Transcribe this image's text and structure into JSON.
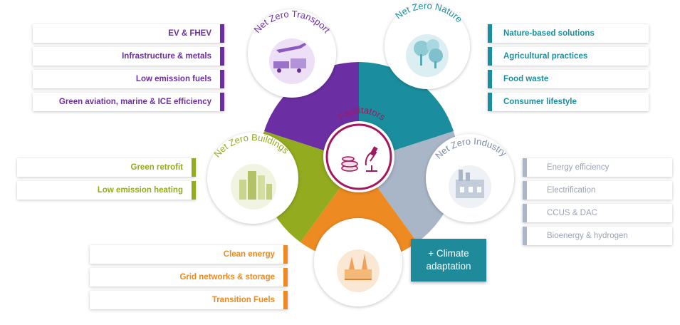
{
  "colors": {
    "transport": "#6b2fa3",
    "nature": "#1a8e9e",
    "industry": "#a9b6c8",
    "power": "#ee8a22",
    "buildings": "#93ab1f",
    "facilitators": "#a3175e",
    "climate": "#1f8a9a"
  },
  "center": {
    "label": "Facilitators",
    "icon": "coins-microscope-icon"
  },
  "transport": {
    "title": "Net Zero Transport",
    "icon": "transport-icon",
    "items": [
      "EV & FHEV",
      "Infrastructure & metals",
      "Low emission fuels",
      "Green aviation, marine & ICE efficiency"
    ]
  },
  "nature": {
    "title": "Net Zero Nature",
    "icon": "trees-icon",
    "items": [
      "Nature-based solutions",
      "Agricultural practices",
      "Food waste",
      "Consumer lifestyle"
    ]
  },
  "buildings": {
    "title": "Net Zero Buildings",
    "icon": "buildings-icon",
    "items": [
      "Green retrofit",
      "Low emission heating"
    ]
  },
  "industry": {
    "title": "Net Zero Industry",
    "icon": "factory-icon",
    "items": [
      "Energy efficiency",
      "Electrification",
      "CCUS & DAC",
      "Bioenergy & hydrogen"
    ]
  },
  "power": {
    "title": "Net Zero Power",
    "icon": "power-plant-icon",
    "items": [
      "Clean energy",
      "Grid networks & storage",
      "Transition Fuels"
    ]
  },
  "climate": {
    "line1": "+ Climate",
    "line2": "adaptation"
  }
}
